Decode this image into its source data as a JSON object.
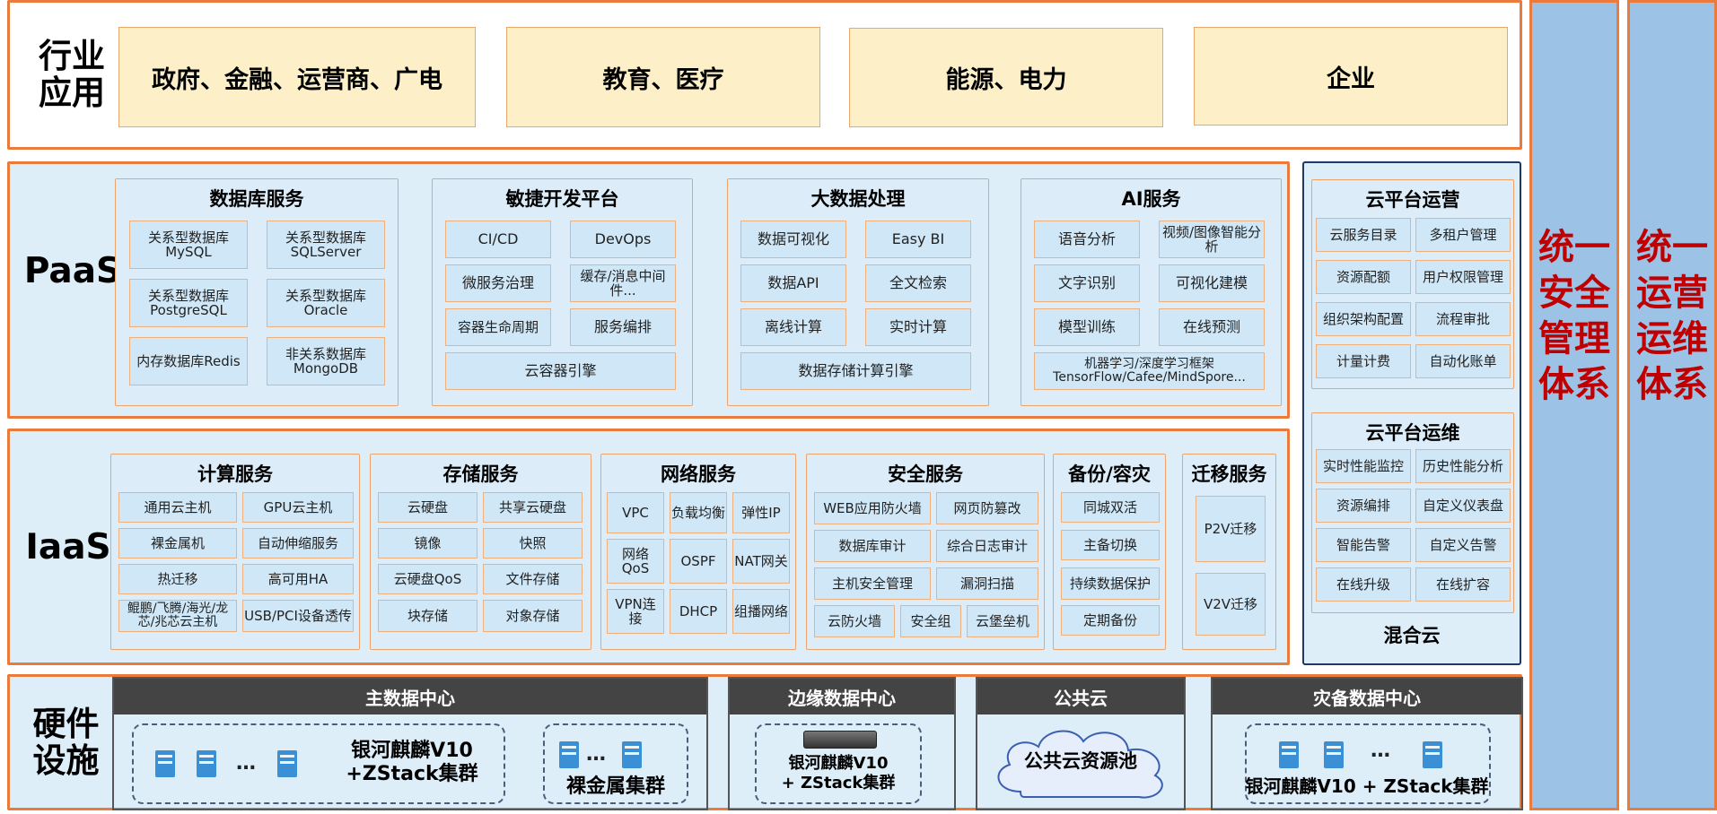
{
  "industry": {
    "label": "行业\n应用",
    "items": [
      "政府、金融、运营商、广电",
      "教育、医疗",
      "能源、电力",
      "企业"
    ]
  },
  "paas": {
    "label": "PaaS",
    "database": {
      "title": "数据库服务",
      "items": [
        "关系型数据库MySQL",
        "关系型数据库SQLServer",
        "关系型数据库PostgreSQL",
        "关系型数据库Oracle",
        "内存数据库Redis",
        "非关系数据库MongoDB"
      ]
    },
    "agile": {
      "title": "敏捷开发平台",
      "items": [
        "CI/CD",
        "DevOps",
        "微服务治理",
        "缓存/消息中间件...",
        "容器生命周期",
        "服务编排",
        "云容器引擎"
      ]
    },
    "bigdata": {
      "title": "大数据处理",
      "items": [
        "数据可视化",
        "Easy BI",
        "数据API",
        "全文检索",
        "离线计算",
        "实时计算",
        "数据存储计算引擎"
      ]
    },
    "ai": {
      "title": "AI服务",
      "items": [
        "语音分析",
        "视频/图像智能分析",
        "文字识别",
        "可视化建模",
        "模型训练",
        "在线预测",
        "机器学习/深度学习框架TensorFlow/Cafee/MindSpore..."
      ]
    }
  },
  "iaas": {
    "label": "IaaS",
    "compute": {
      "title": "计算服务",
      "items": [
        "通用云主机",
        "GPU云主机",
        "裸金属机",
        "自动伸缩服务",
        "热迁移",
        "高可用HA",
        "鲲鹏/飞腾/海光/龙芯/兆芯云主机",
        "USB/PCI设备透传"
      ]
    },
    "storage": {
      "title": "存储服务",
      "items": [
        "云硬盘",
        "共享云硬盘",
        "镜像",
        "快照",
        "云硬盘QoS",
        "文件存储",
        "块存储",
        "对象存储"
      ]
    },
    "network": {
      "title": "网络服务",
      "items": [
        "VPC",
        "负载均衡",
        "弹性IP",
        "网络QoS",
        "OSPF",
        "NAT网关",
        "VPN连接",
        "DHCP",
        "组播网络"
      ]
    },
    "security": {
      "title": "安全服务",
      "items": [
        "WEB应用防火墙",
        "网页防篡改",
        "数据库审计",
        "综合日志审计",
        "主机安全管理",
        "漏洞扫描",
        "云防火墙",
        "安全组",
        "云堡垒机"
      ]
    },
    "backup": {
      "title": "备份/容灾",
      "items": [
        "同城双活",
        "主备切换",
        "持续数据保护",
        "定期备份"
      ]
    },
    "migration": {
      "title": "迁移服务",
      "items": [
        "P2V迁移",
        "V2V迁移"
      ]
    }
  },
  "hybrid": {
    "label": "混合云",
    "ops": {
      "title": "云平台运营",
      "items": [
        "云服务目录",
        "多租户管理",
        "资源配额",
        "用户权限管理",
        "组织架构配置",
        "流程审批",
        "计量计费",
        "自动化账单"
      ]
    },
    "maint": {
      "title": "云平台运维",
      "items": [
        "实时性能监控",
        "历史性能分析",
        "资源编排",
        "自定义仪表盘",
        "智能告警",
        "自定义告警",
        "在线升级",
        "在线扩容"
      ]
    }
  },
  "hardware": {
    "label": "硬件\n设施",
    "main_dc": {
      "title": "主数据中心",
      "cluster_text": "银河麒麟V10\n+ZStack集群",
      "bare_metal": "裸金属集群",
      "dots": "…"
    },
    "edge_dc": {
      "title": "边缘数据中心",
      "cluster_text": "银河麒麟V10\n+ ZStack集群"
    },
    "public": {
      "title": "公共云",
      "pool": "公共云资源池"
    },
    "dr_dc": {
      "title": "灾备数据中心",
      "cluster_text": "银河麒麟V10 + ZStack集群",
      "dots": "…"
    }
  },
  "side": {
    "security": "统一安全管理体系",
    "ops": "统一运营运维体系"
  },
  "colors": {
    "band_border": "#ea7b3c",
    "band_fill": "#ddeef9",
    "industry_box": "#fdf0c9",
    "side_fill": "#9cc2e5",
    "side_text": "#c00000",
    "hybrid_border": "#1f3864",
    "hw_header": "#444444"
  }
}
